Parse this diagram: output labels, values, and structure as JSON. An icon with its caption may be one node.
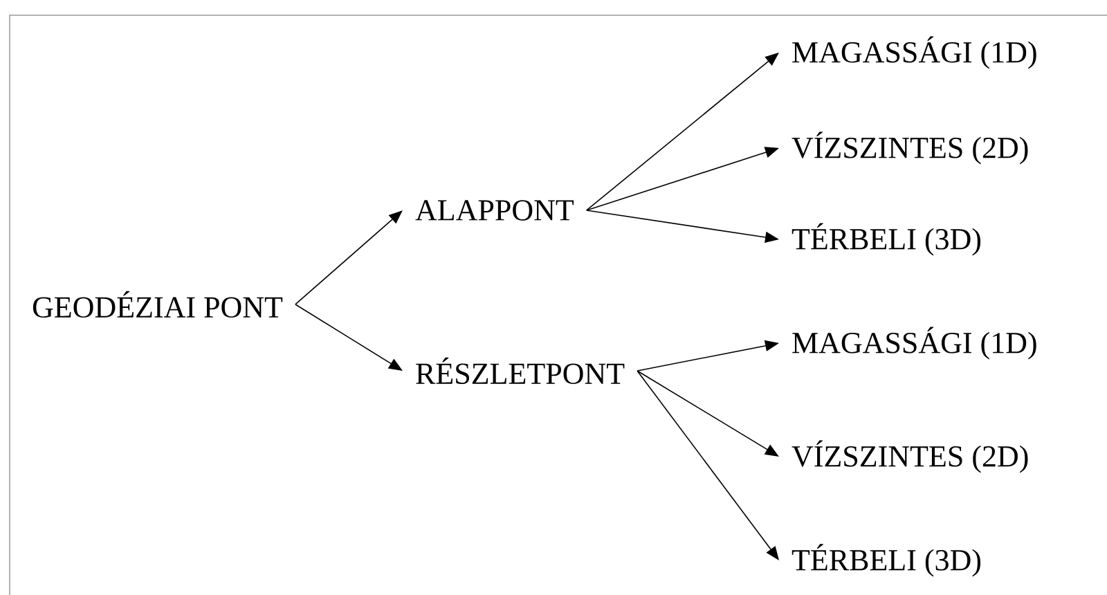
{
  "diagram": {
    "nodes": [
      {
        "text": [
          "GEODÉZIAI PONT"
        ]
      },
      {
        "text": [
          "ALAPPONT"
        ]
      },
      {
        "text": [
          "RÉSZLETPONT"
        ]
      },
      {
        "text": [
          "MAGASSÁGI (1D)"
        ]
      },
      {
        "text": [
          "VÍZSZINTES (2D)"
        ]
      },
      {
        "text": [
          "TÉRBELI (3D)"
        ]
      },
      {
        "text": [
          "MAGASSÁGI (1D)"
        ]
      },
      {
        "text": [
          "VÍZSZINTES (2D)"
        ]
      },
      {
        "text": [
          "TÉRBELI (3D)"
        ]
      }
    ],
    "edges": [
      {
        "from": 0,
        "to": 1,
        "arrow": "to"
      },
      {
        "from": 0,
        "to": 2,
        "arrow": "to"
      },
      {
        "from": 1,
        "to": 3,
        "arrow": "to"
      },
      {
        "from": 1,
        "to": 4,
        "arrow": "to"
      },
      {
        "from": 1,
        "to": 5,
        "arrow": "to"
      },
      {
        "from": 2,
        "to": 6,
        "arrow": "to"
      },
      {
        "from": 2,
        "to": 7,
        "arrow": "to"
      },
      {
        "from": 2,
        "to": 8,
        "arrow": "to"
      }
    ]
  }
}
